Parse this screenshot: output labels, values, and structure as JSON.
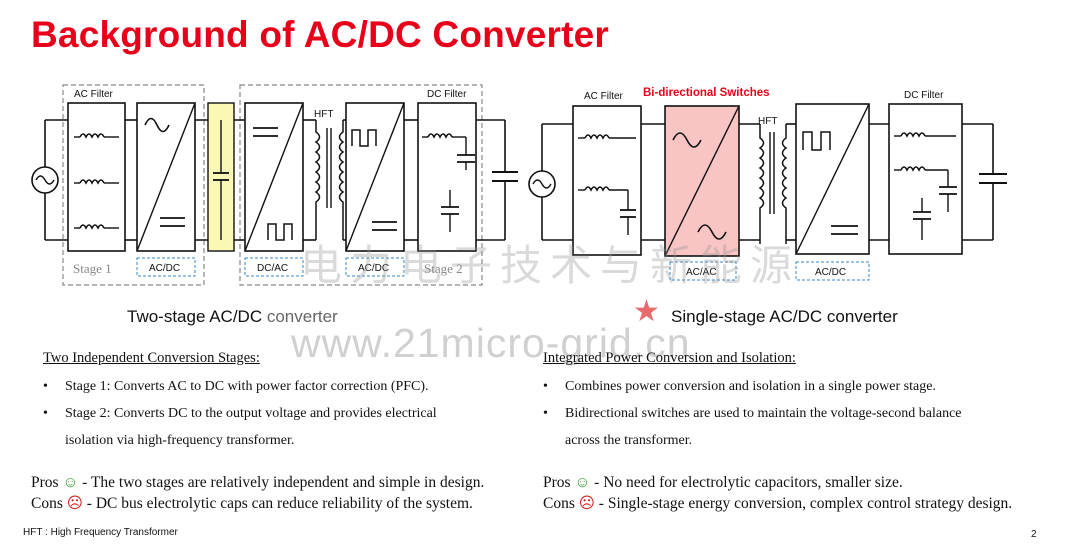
{
  "title": "Background of AC/DC Converter",
  "left_diagram": {
    "ac_filter": "AC Filter",
    "dc_filter": "DC Filter",
    "hft": "HFT",
    "stage1": "Stage 1",
    "stage2": "Stage 2",
    "acdc": "AC/DC",
    "dcac": "DC/AC",
    "acdc2": "AC/DC"
  },
  "right_diagram": {
    "ac_filter": "AC Filter",
    "bidir": "Bi-directional Switches",
    "hft": "HFT",
    "dc_filter": "DC Filter",
    "acac": "AC/AC",
    "acdc": "AC/DC"
  },
  "captions": {
    "left_part1": "Two-stage AC/DC",
    "left_part2": " converter",
    "right_part1": "Single-stage AC/DC converter",
    "star": "★"
  },
  "watermark": {
    "url": "www.21micro-grid.cn",
    "cn": "电力电子技术与新能源"
  },
  "left_text": {
    "heading": "Two Independent Conversion Stages:",
    "bullet": "•",
    "items": [
      "Stage 1: Converts AC to DC with power factor correction (PFC).",
      "Stage 2: Converts DC to the output voltage and provides electrical",
      "isolation via high-frequency transformer."
    ],
    "pros_label": "Pros",
    "pros_emoji": "☺",
    "pros_text": " - The two stages are relatively independent and simple in design.",
    "cons_label": "Cons",
    "cons_emoji": "☹",
    "cons_text": " - DC bus electrolytic caps can reduce reliability of the system."
  },
  "right_text": {
    "heading": "Integrated Power Conversion and Isolation:",
    "bullet": "•",
    "items": [
      "Combines power conversion and isolation in a single power stage.",
      "Bidirectional switches are used to maintain the voltage-second balance",
      "across the transformer."
    ],
    "pros_label": "Pros",
    "pros_emoji": "☺",
    "pros_text": " - No need for electrolytic capacitors, smaller size.",
    "cons_label": "Cons",
    "cons_emoji": "☹",
    "cons_text": " - Single-stage energy conversion, complex control strategy design."
  },
  "footer": "HFT : High Frequency Transformer",
  "page_number": "2",
  "colors": {
    "title": "#e8001a",
    "highlight_yellow": "#fbf7b5",
    "highlight_pink": "#f8c4c4",
    "star": "#e86a6a",
    "emoji_green": "#3aa53a",
    "emoji_red": "#d02020",
    "dashed_blue": "#3a86c8"
  }
}
